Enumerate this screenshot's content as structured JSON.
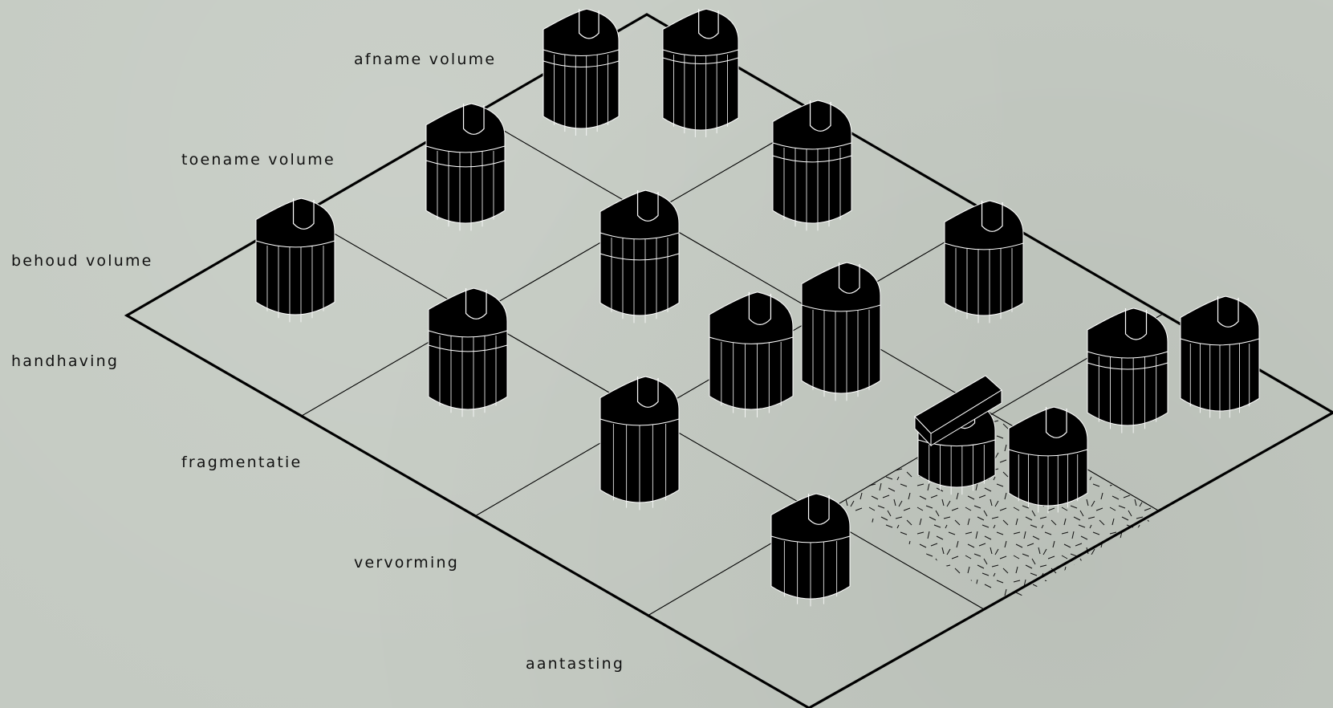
{
  "diagram": {
    "rows": [
      {
        "label": "afname volume"
      },
      {
        "label": "toename volume"
      },
      {
        "label": "behoud volume"
      },
      {
        "label": "handhaving"
      },
      {
        "label": "fragmentatie"
      },
      {
        "label": "vervorming"
      },
      {
        "label": "aantasting"
      }
    ],
    "colors": {
      "background": "#c4cac2",
      "ink": "#000000",
      "edge": "#ffffff"
    }
  }
}
